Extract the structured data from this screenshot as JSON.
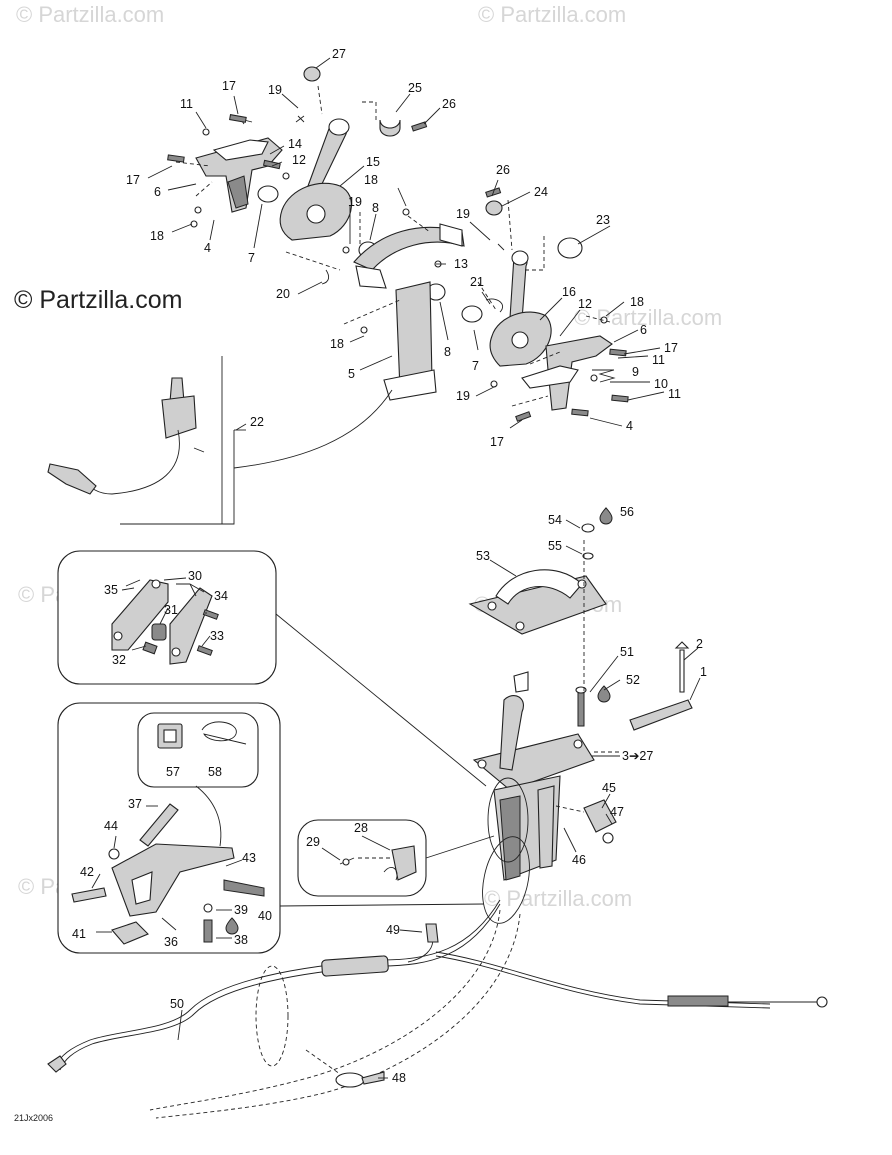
{
  "watermark": "© Partzilla.com",
  "brand": "© Partzilla.com",
  "diagram_code": "21Jx2006",
  "callouts": {
    "c1": "1",
    "c2": "2",
    "c3_27": "3➔27",
    "c4a": "4",
    "c4b": "4",
    "c5": "5",
    "c6a": "6",
    "c6b": "6",
    "c7a": "7",
    "c7b": "7",
    "c8a": "8",
    "c8b": "8",
    "c9": "9",
    "c10": "10",
    "c11a": "11",
    "c11b": "11",
    "c11c": "11",
    "c12a": "12",
    "c12b": "12",
    "c13": "13",
    "c14": "14",
    "c15": "15",
    "c16": "16",
    "c17a": "17",
    "c17b": "17",
    "c17c": "17",
    "c17d": "17",
    "c18a": "18",
    "c18b": "18",
    "c18c": "18",
    "c18d": "18",
    "c19a": "19",
    "c19b": "19",
    "c19c": "19",
    "c19d": "19",
    "c20": "20",
    "c21": "21",
    "c22": "22",
    "c23": "23",
    "c24": "24",
    "c25": "25",
    "c26a": "26",
    "c26b": "26",
    "c27": "27",
    "c28": "28",
    "c29": "29",
    "c30": "30",
    "c31": "31",
    "c32": "32",
    "c33": "33",
    "c34": "34",
    "c35": "35",
    "c36": "36",
    "c37": "37",
    "c38": "38",
    "c39": "39",
    "c40": "40",
    "c41": "41",
    "c42": "42",
    "c43": "43",
    "c44": "44",
    "c45": "45",
    "c46": "46",
    "c47": "47",
    "c48": "48",
    "c49": "49",
    "c50": "50",
    "c51": "51",
    "c52": "52",
    "c53": "53",
    "c54": "54",
    "c55": "55",
    "c56": "56",
    "c57": "57",
    "c58": "58"
  },
  "icons": {
    "drop": "lubricant-drop-icon"
  }
}
